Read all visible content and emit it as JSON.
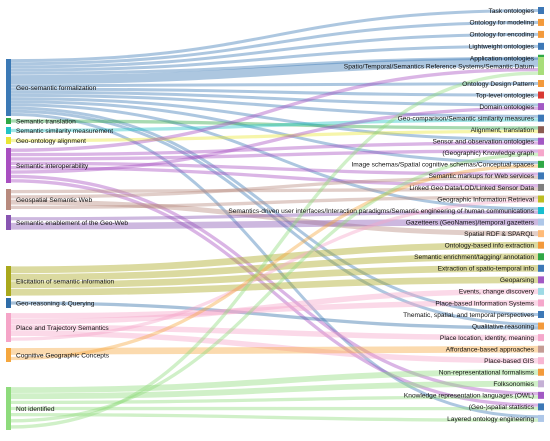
{
  "chart_data": {
    "type": "sankey",
    "sources": [
      {
        "id": "s0",
        "label": "Geo-semantic formalization",
        "value": 18,
        "color": "#3b79b5"
      },
      {
        "id": "s1",
        "label": "Semantic translation",
        "value": 1,
        "color": "#2fa846"
      },
      {
        "id": "s2",
        "label": "Semantic similarity measurement",
        "value": 1,
        "color": "#22c3c6"
      },
      {
        "id": "s3",
        "label": "Geo-ontology alignment",
        "value": 1,
        "color": "#e9e635"
      },
      {
        "id": "s4",
        "label": "Semantic interoperability",
        "value": 8,
        "color": "#a84ec0"
      },
      {
        "id": "s5",
        "label": "Geospatial Semantic Web",
        "value": 4,
        "color": "#b88a7e"
      },
      {
        "id": "s6",
        "label": "Semantic enablement of the Geo-Web",
        "value": 2,
        "color": "#8855b2"
      },
      {
        "id": "s7",
        "label": "Elicitation of semantic information",
        "value": 4,
        "color": "#a9a81c"
      },
      {
        "id": "s8",
        "label": "Geo-reasoning & Querying",
        "value": 1,
        "color": "#2f6da8"
      },
      {
        "id": "s9",
        "label": "Place and Trajectory Semantics",
        "value": 5,
        "color": "#f5a5c8"
      },
      {
        "id": "s10",
        "label": "Cognitive Geographic Concepts",
        "value": 2,
        "color": "#f5a73e"
      },
      {
        "id": "s11",
        "label": "Not identified",
        "value": 7,
        "color": "#8edb7c"
      }
    ],
    "targets": [
      {
        "id": "t0",
        "label": "Task ontologies",
        "color": "#3d78b6"
      },
      {
        "id": "t1",
        "label": "Ontology for modeling",
        "color": "#f39a3b"
      },
      {
        "id": "t2",
        "label": "Ontology for encoding",
        "color": "#f39a3b"
      },
      {
        "id": "t3",
        "label": "Lightweight ontologies",
        "color": "#3d78b6"
      },
      {
        "id": "t4",
        "label": "Application ontologies",
        "color": "#2fa846"
      },
      {
        "id": "t5",
        "label": "Spatio/Temporal/Semantics Reference Systems/Semantic Datum",
        "color": "#a8dd7a"
      },
      {
        "id": "t6",
        "label": "Ontology Design Pattern",
        "color": "#f39a3b"
      },
      {
        "id": "t7",
        "label": "Top-level ontologies",
        "color": "#d93a34"
      },
      {
        "id": "t8",
        "label": "Domain ontologies",
        "color": "#a259c4"
      },
      {
        "id": "t9",
        "label": "Geo-comparison/Semantic similarity measures",
        "color": "#3d78b6"
      },
      {
        "id": "t10",
        "label": "Alignment, translation",
        "color": "#8b5c52"
      },
      {
        "id": "t11",
        "label": "Sensor and observation ontologies",
        "color": "#a259c4"
      },
      {
        "id": "t12",
        "label": "(Geographic) Knowledge graph",
        "color": "#f5a7cb"
      },
      {
        "id": "t13",
        "label": "Image schemas/Spatial cognitive schemas/Conceptual spaces",
        "color": "#2fa846"
      },
      {
        "id": "t14",
        "label": "Semantic markups for Web services",
        "color": "#3d78b6"
      },
      {
        "id": "t15",
        "label": "Linked Geo Data/LOD/Linked Sensor Data",
        "color": "#7f7f7f"
      },
      {
        "id": "t16",
        "label": "Geographic Information Retrieval",
        "color": "#bcbd22"
      },
      {
        "id": "t17",
        "label": "Semantics-driven user interfaces/Interaction paradigms/Semantic engineering of human communications",
        "color": "#17becf"
      },
      {
        "id": "t18",
        "label": "Gazetteers (GeoNames)/temporal gazetters",
        "color": "#aec7e8"
      },
      {
        "id": "t19",
        "label": "Spatial RDF & SPARQL",
        "color": "#ffbb78"
      },
      {
        "id": "t20",
        "label": "Ontology-based info extraction",
        "color": "#f39a3b"
      },
      {
        "id": "t21",
        "label": "Semantic enrichment/tagging/ annotation",
        "color": "#2fa846"
      },
      {
        "id": "t22",
        "label": "Extraction of spatio-temporal info",
        "color": "#3d78b6"
      },
      {
        "id": "t23",
        "label": "Geoparsing",
        "color": "#a259c4"
      },
      {
        "id": "t24",
        "label": "Events, change discovery",
        "color": "#9edae5"
      },
      {
        "id": "t25",
        "label": "Place-based Information Systems",
        "color": "#f5a7cb"
      },
      {
        "id": "t26",
        "label": "Thematic, spatial, and temporal perspectives",
        "color": "#3d78b6"
      },
      {
        "id": "t27",
        "label": "Qualitative reasoning",
        "color": "#f39a3b"
      },
      {
        "id": "t28",
        "label": "Place location, identity, meaning",
        "color": "#f5a7cb"
      },
      {
        "id": "t29",
        "label": "Affordance-based approaches",
        "color": "#c49c94"
      },
      {
        "id": "t30",
        "label": "Place-based GIS",
        "color": "#f7b6d2"
      },
      {
        "id": "t31",
        "label": "Non-representational formalisms",
        "color": "#f39a3b"
      },
      {
        "id": "t32",
        "label": "Folksonomies",
        "color": "#c5b0d5"
      },
      {
        "id": "t33",
        "label": "Knowledge representation languages (OWL)",
        "color": "#a259c4"
      },
      {
        "id": "t34",
        "label": "(Geo-)spatial statistics",
        "color": "#3d78b6"
      },
      {
        "id": "t35",
        "label": "Layered ontology engineering",
        "color": "#aec7e8"
      }
    ],
    "links": [
      [
        "s0",
        "t0",
        1
      ],
      [
        "s0",
        "t1",
        1
      ],
      [
        "s0",
        "t2",
        1
      ],
      [
        "s0",
        "t3",
        1
      ],
      [
        "s0",
        "t4",
        1
      ],
      [
        "s0",
        "t5",
        3
      ],
      [
        "s0",
        "t6",
        1
      ],
      [
        "s0",
        "t7",
        1
      ],
      [
        "s0",
        "t8",
        1
      ],
      [
        "s0",
        "t9",
        1
      ],
      [
        "s0",
        "t11",
        1
      ],
      [
        "s0",
        "t13",
        1
      ],
      [
        "s0",
        "t17",
        1
      ],
      [
        "s0",
        "t26",
        1
      ],
      [
        "s0",
        "t27",
        1
      ],
      [
        "s0",
        "t35",
        1
      ],
      [
        "s1",
        "t10",
        1
      ],
      [
        "s2",
        "t9",
        1
      ],
      [
        "s3",
        "t10",
        1
      ],
      [
        "s4",
        "t5",
        1
      ],
      [
        "s4",
        "t11",
        1
      ],
      [
        "s4",
        "t12",
        1
      ],
      [
        "s4",
        "t14",
        1
      ],
      [
        "s4",
        "t15",
        1
      ],
      [
        "s4",
        "t8",
        1
      ],
      [
        "s4",
        "t33",
        1
      ],
      [
        "s4",
        "t34",
        1
      ],
      [
        "s5",
        "t15",
        1
      ],
      [
        "s5",
        "t14",
        1
      ],
      [
        "s5",
        "t19",
        1
      ],
      [
        "s5",
        "t16",
        1
      ],
      [
        "s6",
        "t17",
        1
      ],
      [
        "s6",
        "t18",
        1
      ],
      [
        "s7",
        "t20",
        1
      ],
      [
        "s7",
        "t21",
        1
      ],
      [
        "s7",
        "t22",
        1
      ],
      [
        "s7",
        "t23",
        1
      ],
      [
        "s8",
        "t27",
        1
      ],
      [
        "s9",
        "t25",
        1
      ],
      [
        "s9",
        "t24",
        1
      ],
      [
        "s9",
        "t28",
        1
      ],
      [
        "s9",
        "t30",
        1
      ],
      [
        "s9",
        "t16",
        1
      ],
      [
        "s10",
        "t29",
        1
      ],
      [
        "s10",
        "t13",
        1
      ],
      [
        "s11",
        "t31",
        1
      ],
      [
        "s11",
        "t32",
        1
      ],
      [
        "s11",
        "t33",
        1
      ],
      [
        "s11",
        "t34",
        1
      ],
      [
        "s11",
        "t35",
        1
      ],
      [
        "s11",
        "t12",
        1
      ],
      [
        "s11",
        "t5",
        1
      ]
    ]
  }
}
